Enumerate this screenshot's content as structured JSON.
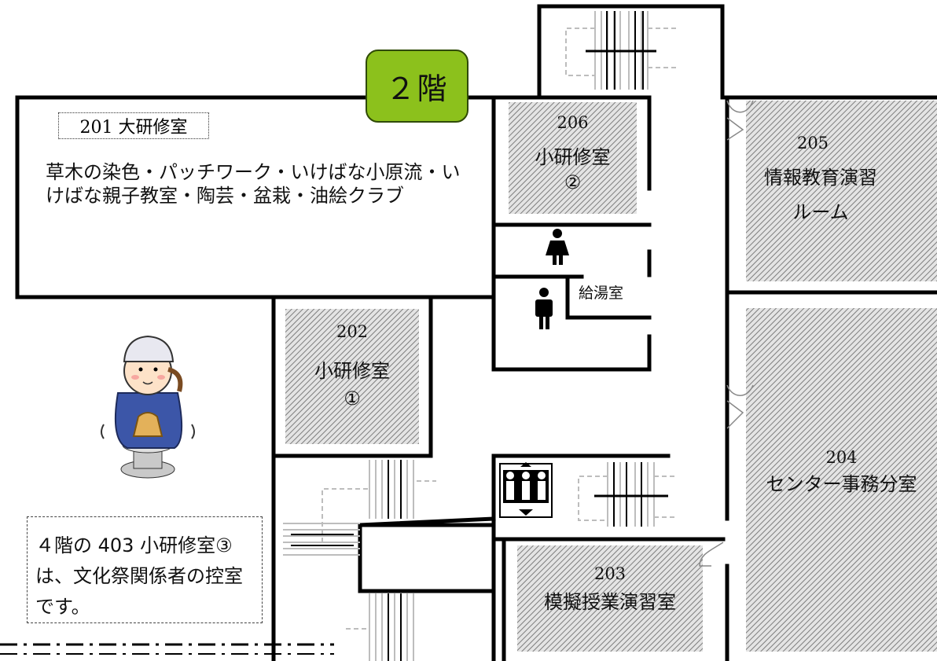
{
  "floor_badge": {
    "label": "２階",
    "color": "#8cc11c"
  },
  "rooms": {
    "r201": {
      "tag": "201 大研修室",
      "description": "草木の染色・パッチワーク・いけばな小原流・いけばな親子教室・陶芸・盆栽・油絵クラブ"
    },
    "r202": {
      "number": "202",
      "name": "小研修室",
      "mark": "①"
    },
    "r203": {
      "number": "203",
      "name": "模擬授業演習室"
    },
    "r204": {
      "number": "204",
      "name": "センター事務分室"
    },
    "r205": {
      "number": "205",
      "name_line1": "情報教育演習",
      "name_line2": "ルーム"
    },
    "r206": {
      "number": "206",
      "name": "小研修室",
      "mark": "②"
    },
    "kitchen": {
      "name": "給湯室"
    }
  },
  "note": {
    "text": "４階の 403 小研修室③は、文化祭関係者の控室です。"
  },
  "icons": [
    "womens-restroom-icon",
    "mens-restroom-icon",
    "elevator-icon",
    "pottery-character-illustration"
  ],
  "colors": {
    "wall": "#000000",
    "hatch": "#8a8a8a",
    "stairs": "#b5b5b5",
    "badge": "#8cc11c"
  }
}
